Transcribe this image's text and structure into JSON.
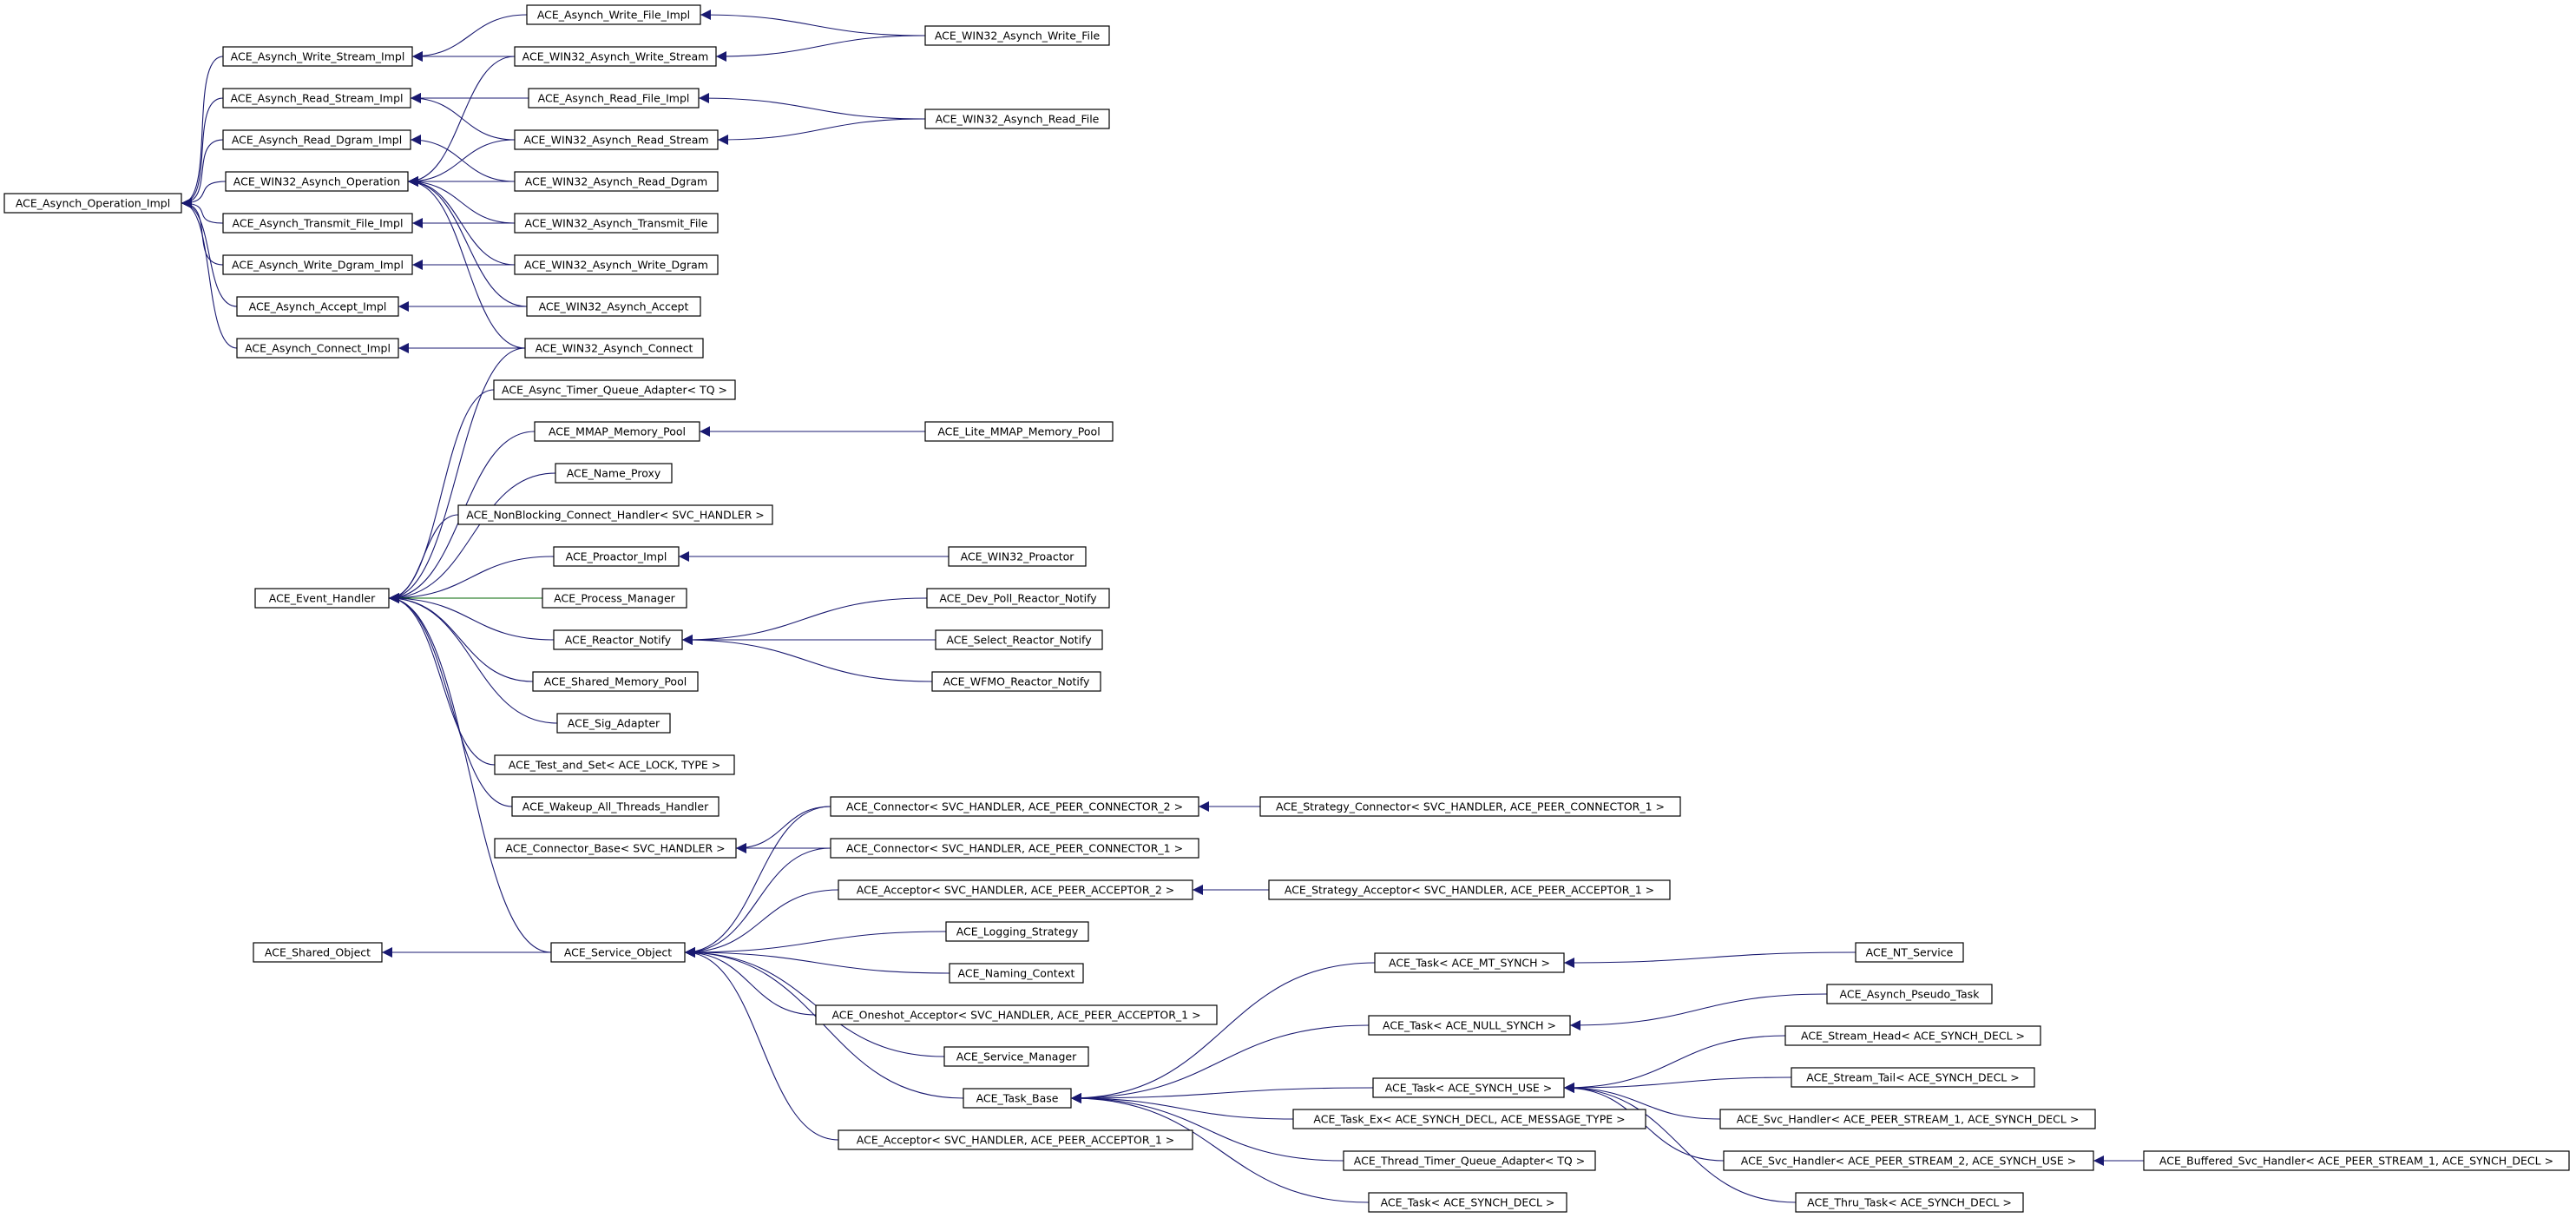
{
  "colors": {
    "edge": "#191970",
    "edge_alt": "#006400",
    "node_border": "#000000",
    "node_fill": "#ffffff"
  },
  "nodes": [
    {
      "id": "asynch_operation_impl",
      "label": "ACE_Asynch_Operation_Impl"
    },
    {
      "id": "asynch_write_stream_impl",
      "label": "ACE_Asynch_Write_Stream_Impl"
    },
    {
      "id": "asynch_read_stream_impl",
      "label": "ACE_Asynch_Read_Stream_Impl"
    },
    {
      "id": "asynch_read_dgram_impl",
      "label": "ACE_Asynch_Read_Dgram_Impl"
    },
    {
      "id": "win32_asynch_operation",
      "label": "ACE_WIN32_Asynch_Operation"
    },
    {
      "id": "asynch_transmit_file_impl",
      "label": "ACE_Asynch_Transmit_File_Impl"
    },
    {
      "id": "asynch_write_dgram_impl",
      "label": "ACE_Asynch_Write_Dgram_Impl"
    },
    {
      "id": "asynch_accept_impl",
      "label": "ACE_Asynch_Accept_Impl"
    },
    {
      "id": "asynch_connect_impl",
      "label": "ACE_Asynch_Connect_Impl"
    },
    {
      "id": "asynch_write_file_impl",
      "label": "ACE_Asynch_Write_File_Impl"
    },
    {
      "id": "win32_asynch_write_stream",
      "label": "ACE_WIN32_Asynch_Write_Stream"
    },
    {
      "id": "asynch_read_file_impl",
      "label": "ACE_Asynch_Read_File_Impl"
    },
    {
      "id": "win32_asynch_read_stream",
      "label": "ACE_WIN32_Asynch_Read_Stream"
    },
    {
      "id": "win32_asynch_read_dgram",
      "label": "ACE_WIN32_Asynch_Read_Dgram"
    },
    {
      "id": "win32_asynch_transmit_file",
      "label": "ACE_WIN32_Asynch_Transmit_File"
    },
    {
      "id": "win32_asynch_write_dgram",
      "label": "ACE_WIN32_Asynch_Write_Dgram"
    },
    {
      "id": "win32_asynch_accept",
      "label": "ACE_WIN32_Asynch_Accept"
    },
    {
      "id": "win32_asynch_connect",
      "label": "ACE_WIN32_Asynch_Connect"
    },
    {
      "id": "win32_asynch_write_file",
      "label": "ACE_WIN32_Asynch_Write_File"
    },
    {
      "id": "win32_asynch_read_file",
      "label": "ACE_WIN32_Asynch_Read_File"
    },
    {
      "id": "async_timer_queue_adapter",
      "label": "ACE_Async_Timer_Queue_Adapter< TQ >"
    },
    {
      "id": "mmap_memory_pool",
      "label": "ACE_MMAP_Memory_Pool"
    },
    {
      "id": "lite_mmap_memory_pool",
      "label": "ACE_Lite_MMAP_Memory_Pool"
    },
    {
      "id": "name_proxy",
      "label": "ACE_Name_Proxy"
    },
    {
      "id": "nonblocking_connect_handler",
      "label": "ACE_NonBlocking_Connect_Handler< SVC_HANDLER >"
    },
    {
      "id": "proactor_impl",
      "label": "ACE_Proactor_Impl"
    },
    {
      "id": "win32_proactor",
      "label": "ACE_WIN32_Proactor"
    },
    {
      "id": "event_handler",
      "label": "ACE_Event_Handler"
    },
    {
      "id": "process_manager",
      "label": "ACE_Process_Manager"
    },
    {
      "id": "dev_poll_reactor_notify",
      "label": "ACE_Dev_Poll_Reactor_Notify"
    },
    {
      "id": "reactor_notify",
      "label": "ACE_Reactor_Notify"
    },
    {
      "id": "select_reactor_notify",
      "label": "ACE_Select_Reactor_Notify"
    },
    {
      "id": "wfmo_reactor_notify",
      "label": "ACE_WFMO_Reactor_Notify"
    },
    {
      "id": "shared_memory_pool",
      "label": "ACE_Shared_Memory_Pool"
    },
    {
      "id": "sig_adapter",
      "label": "ACE_Sig_Adapter"
    },
    {
      "id": "test_and_set",
      "label": "ACE_Test_and_Set< ACE_LOCK, TYPE >"
    },
    {
      "id": "wakeup_all_threads_handler",
      "label": "ACE_Wakeup_All_Threads_Handler"
    },
    {
      "id": "connector_2",
      "label": "ACE_Connector< SVC_HANDLER, ACE_PEER_CONNECTOR_2 >"
    },
    {
      "id": "strategy_connector",
      "label": "ACE_Strategy_Connector< SVC_HANDLER, ACE_PEER_CONNECTOR_1 >"
    },
    {
      "id": "connector_base",
      "label": "ACE_Connector_Base< SVC_HANDLER >"
    },
    {
      "id": "connector_1",
      "label": "ACE_Connector< SVC_HANDLER, ACE_PEER_CONNECTOR_1 >"
    },
    {
      "id": "acceptor_2",
      "label": "ACE_Acceptor< SVC_HANDLER, ACE_PEER_ACCEPTOR_2 >"
    },
    {
      "id": "strategy_acceptor",
      "label": "ACE_Strategy_Acceptor< SVC_HANDLER, ACE_PEER_ACCEPTOR_1 >"
    },
    {
      "id": "logging_strategy",
      "label": "ACE_Logging_Strategy"
    },
    {
      "id": "shared_object",
      "label": "ACE_Shared_Object"
    },
    {
      "id": "service_object",
      "label": "ACE_Service_Object"
    },
    {
      "id": "naming_context",
      "label": "ACE_Naming_Context"
    },
    {
      "id": "oneshot_acceptor",
      "label": "ACE_Oneshot_Acceptor< SVC_HANDLER, ACE_PEER_ACCEPTOR_1 >"
    },
    {
      "id": "service_manager",
      "label": "ACE_Service_Manager"
    },
    {
      "id": "task_base",
      "label": "ACE_Task_Base"
    },
    {
      "id": "acceptor_1",
      "label": "ACE_Acceptor< SVC_HANDLER, ACE_PEER_ACCEPTOR_1 >"
    },
    {
      "id": "task_mt_synch",
      "label": "ACE_Task< ACE_MT_SYNCH >"
    },
    {
      "id": "nt_service",
      "label": "ACE_NT_Service"
    },
    {
      "id": "task_null_synch",
      "label": "ACE_Task< ACE_NULL_SYNCH >"
    },
    {
      "id": "asynch_pseudo_task",
      "label": "ACE_Asynch_Pseudo_Task"
    },
    {
      "id": "task_synch_use",
      "label": "ACE_Task< ACE_SYNCH_USE >"
    },
    {
      "id": "stream_head",
      "label": "ACE_Stream_Head< ACE_SYNCH_DECL >"
    },
    {
      "id": "stream_tail",
      "label": "ACE_Stream_Tail< ACE_SYNCH_DECL >"
    },
    {
      "id": "task_ex",
      "label": "ACE_Task_Ex< ACE_SYNCH_DECL, ACE_MESSAGE_TYPE >"
    },
    {
      "id": "svc_handler_1",
      "label": "ACE_Svc_Handler< ACE_PEER_STREAM_1, ACE_SYNCH_DECL >"
    },
    {
      "id": "thread_timer_queue_adapter",
      "label": "ACE_Thread_Timer_Queue_Adapter< TQ >"
    },
    {
      "id": "svc_handler_2",
      "label": "ACE_Svc_Handler< ACE_PEER_STREAM_2, ACE_SYNCH_USE >"
    },
    {
      "id": "buffered_svc_handler",
      "label": "ACE_Buffered_Svc_Handler< ACE_PEER_STREAM_1, ACE_SYNCH_DECL >"
    },
    {
      "id": "task_synch_decl",
      "label": "ACE_Task< ACE_SYNCH_DECL >"
    },
    {
      "id": "thru_task",
      "label": "ACE_Thru_Task< ACE_SYNCH_DECL >"
    }
  ],
  "edges": [
    {
      "from": "asynch_write_stream_impl",
      "to": "asynch_operation_impl"
    },
    {
      "from": "asynch_read_stream_impl",
      "to": "asynch_operation_impl"
    },
    {
      "from": "asynch_read_dgram_impl",
      "to": "asynch_operation_impl"
    },
    {
      "from": "win32_asynch_operation",
      "to": "asynch_operation_impl"
    },
    {
      "from": "asynch_transmit_file_impl",
      "to": "asynch_operation_impl"
    },
    {
      "from": "asynch_write_dgram_impl",
      "to": "asynch_operation_impl"
    },
    {
      "from": "asynch_accept_impl",
      "to": "asynch_operation_impl"
    },
    {
      "from": "asynch_connect_impl",
      "to": "asynch_operation_impl"
    },
    {
      "from": "asynch_write_file_impl",
      "to": "asynch_write_stream_impl"
    },
    {
      "from": "win32_asynch_write_stream",
      "to": "asynch_write_stream_impl"
    },
    {
      "from": "asynch_read_file_impl",
      "to": "asynch_read_stream_impl"
    },
    {
      "from": "win32_asynch_read_stream",
      "to": "asynch_read_stream_impl"
    },
    {
      "from": "win32_asynch_read_dgram",
      "to": "asynch_read_dgram_impl"
    },
    {
      "from": "win32_asynch_write_stream",
      "to": "win32_asynch_operation"
    },
    {
      "from": "win32_asynch_read_stream",
      "to": "win32_asynch_operation"
    },
    {
      "from": "win32_asynch_read_dgram",
      "to": "win32_asynch_operation"
    },
    {
      "from": "win32_asynch_transmit_file",
      "to": "win32_asynch_operation"
    },
    {
      "from": "win32_asynch_write_dgram",
      "to": "win32_asynch_operation"
    },
    {
      "from": "win32_asynch_accept",
      "to": "win32_asynch_operation"
    },
    {
      "from": "win32_asynch_connect",
      "to": "win32_asynch_operation"
    },
    {
      "from": "win32_asynch_transmit_file",
      "to": "asynch_transmit_file_impl"
    },
    {
      "from": "win32_asynch_write_dgram",
      "to": "asynch_write_dgram_impl"
    },
    {
      "from": "win32_asynch_accept",
      "to": "asynch_accept_impl"
    },
    {
      "from": "win32_asynch_connect",
      "to": "asynch_connect_impl"
    },
    {
      "from": "win32_asynch_write_file",
      "to": "asynch_write_file_impl"
    },
    {
      "from": "win32_asynch_write_file",
      "to": "win32_asynch_write_stream"
    },
    {
      "from": "win32_asynch_read_file",
      "to": "asynch_read_file_impl"
    },
    {
      "from": "win32_asynch_read_file",
      "to": "win32_asynch_read_stream"
    },
    {
      "from": "win32_asynch_connect",
      "to": "event_handler"
    },
    {
      "from": "async_timer_queue_adapter",
      "to": "event_handler"
    },
    {
      "from": "mmap_memory_pool",
      "to": "event_handler"
    },
    {
      "from": "lite_mmap_memory_pool",
      "to": "mmap_memory_pool"
    },
    {
      "from": "name_proxy",
      "to": "event_handler"
    },
    {
      "from": "nonblocking_connect_handler",
      "to": "event_handler"
    },
    {
      "from": "proactor_impl",
      "to": "event_handler"
    },
    {
      "from": "win32_proactor",
      "to": "proactor_impl"
    },
    {
      "from": "process_manager",
      "to": "event_handler",
      "alt": true
    },
    {
      "from": "reactor_notify",
      "to": "event_handler"
    },
    {
      "from": "dev_poll_reactor_notify",
      "to": "reactor_notify"
    },
    {
      "from": "select_reactor_notify",
      "to": "reactor_notify"
    },
    {
      "from": "wfmo_reactor_notify",
      "to": "reactor_notify"
    },
    {
      "from": "shared_memory_pool",
      "to": "event_handler"
    },
    {
      "from": "sig_adapter",
      "to": "event_handler"
    },
    {
      "from": "test_and_set",
      "to": "event_handler"
    },
    {
      "from": "wakeup_all_threads_handler",
      "to": "event_handler"
    },
    {
      "from": "service_object",
      "to": "event_handler"
    },
    {
      "from": "service_object",
      "to": "shared_object"
    },
    {
      "from": "connector_2",
      "to": "connector_base"
    },
    {
      "from": "connector_1",
      "to": "connector_base"
    },
    {
      "from": "strategy_connector",
      "to": "connector_2"
    },
    {
      "from": "strategy_acceptor",
      "to": "acceptor_2"
    },
    {
      "from": "connector_2",
      "to": "service_object"
    },
    {
      "from": "connector_1",
      "to": "service_object"
    },
    {
      "from": "acceptor_2",
      "to": "service_object"
    },
    {
      "from": "logging_strategy",
      "to": "service_object"
    },
    {
      "from": "naming_context",
      "to": "service_object"
    },
    {
      "from": "oneshot_acceptor",
      "to": "service_object"
    },
    {
      "from": "service_manager",
      "to": "service_object"
    },
    {
      "from": "task_base",
      "to": "service_object"
    },
    {
      "from": "acceptor_1",
      "to": "service_object"
    },
    {
      "from": "task_mt_synch",
      "to": "task_base"
    },
    {
      "from": "task_null_synch",
      "to": "task_base"
    },
    {
      "from": "task_synch_use",
      "to": "task_base"
    },
    {
      "from": "task_ex",
      "to": "task_base"
    },
    {
      "from": "thread_timer_queue_adapter",
      "to": "task_base"
    },
    {
      "from": "task_synch_decl",
      "to": "task_base"
    },
    {
      "from": "nt_service",
      "to": "task_mt_synch"
    },
    {
      "from": "asynch_pseudo_task",
      "to": "task_null_synch"
    },
    {
      "from": "stream_head",
      "to": "task_synch_use"
    },
    {
      "from": "stream_tail",
      "to": "task_synch_use"
    },
    {
      "from": "svc_handler_1",
      "to": "task_synch_use"
    },
    {
      "from": "svc_handler_2",
      "to": "task_synch_use"
    },
    {
      "from": "thru_task",
      "to": "task_synch_use"
    },
    {
      "from": "buffered_svc_handler",
      "to": "svc_handler_2"
    }
  ]
}
